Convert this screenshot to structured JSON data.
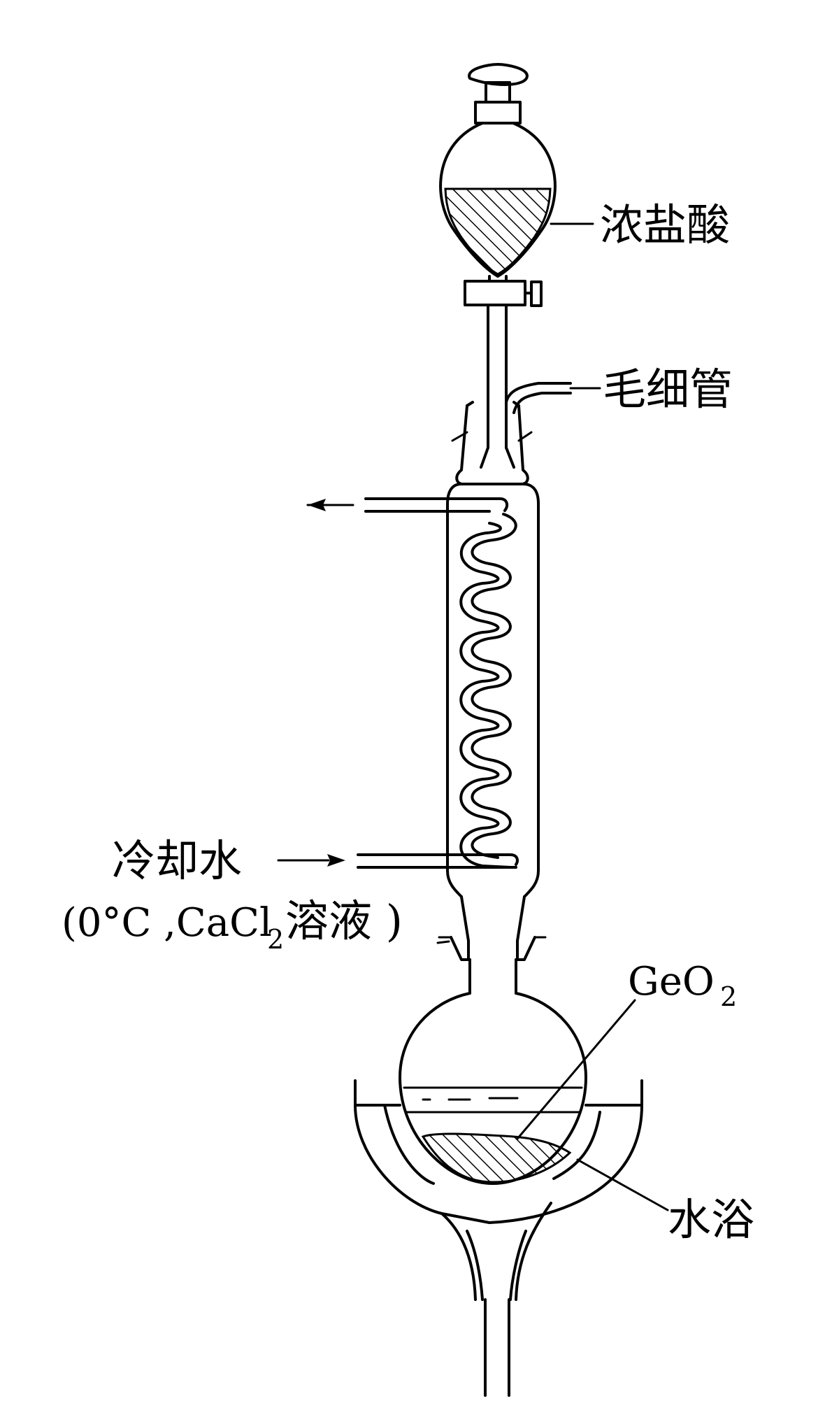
{
  "labels": {
    "conc_hcl": "浓盐酸",
    "capillary": "毛细管",
    "cooling_water": "冷却水",
    "cooling_water_note_open": "(0°C ,CaCl",
    "cooling_water_note_sub": "2",
    "cooling_water_note_close": "溶液 )",
    "geo2_main": "GeO",
    "geo2_sub": "2",
    "water_bath": "水浴"
  },
  "colors": {
    "line": "#000000",
    "background": "#ffffff"
  }
}
